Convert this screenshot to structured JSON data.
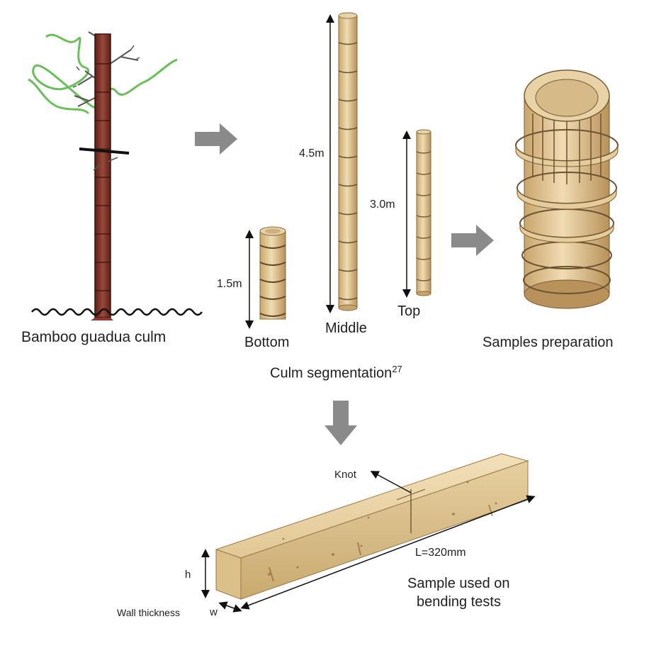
{
  "labels": {
    "culm": "Bamboo guadua culm",
    "bottom": "Bottom",
    "middle": "Middle",
    "top": "Top",
    "len_bottom": "1.5m",
    "len_middle": "4.5m",
    "len_top": "3.0m",
    "segmentation": "Culm segmentation",
    "segmentation_ref": "27",
    "samples_prep": "Samples preparation",
    "knot": "Knot",
    "length": "L=320mm",
    "sample_line1": "Sample used on",
    "sample_line2": "bending tests",
    "h": "h",
    "wall_thickness": "Wall thickness",
    "w": "w"
  },
  "colors": {
    "bamboo_light": "#e8d3a8",
    "bamboo_mid": "#d4b57e",
    "bamboo_dark": "#a98552",
    "trunk": "#8b3a2e",
    "trunk_dark": "#5a1f17",
    "leaf_green": "#6abf5a",
    "arrow_gray": "#8a8a8a"
  }
}
